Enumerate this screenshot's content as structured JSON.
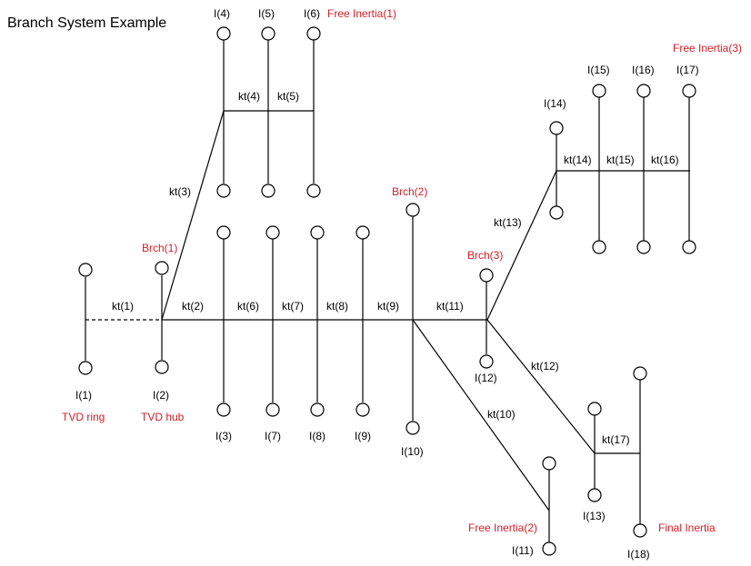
{
  "title": "Branch System Example",
  "colors": {
    "line": "#000000",
    "special_label": "#d0202a"
  },
  "inertia_labels": {
    "i1": "I(1)",
    "i2": "I(2)",
    "i3": "I(3)",
    "i4": "I(4)",
    "i5": "I(5)",
    "i6": "I(6)",
    "i7": "I(7)",
    "i8": "I(8)",
    "i9": "I(9)",
    "i10": "I(10)",
    "i11": "I(11)",
    "i12": "I(12)",
    "i13": "I(13)",
    "i14": "I(14)",
    "i15": "I(15)",
    "i16": "I(16)",
    "i17": "I(17)",
    "i18": "I(18)"
  },
  "stiffness_labels": {
    "kt1": "kt(1)",
    "kt2": "kt(2)",
    "kt3": "kt(3)",
    "kt4": "kt(4)",
    "kt5": "kt(5)",
    "kt6": "kt(6)",
    "kt7": "kt(7)",
    "kt8": "kt(8)",
    "kt9": "kt(9)",
    "kt10": "kt(10)",
    "kt11": "kt(11)",
    "kt12": "kt(12)",
    "kt13": "kt(13)",
    "kt14": "kt(14)",
    "kt15": "kt(15)",
    "kt16": "kt(16)",
    "kt17": "kt(17)"
  },
  "special_labels": {
    "free_inertia_1": "Free Inertia(1)",
    "free_inertia_2": "Free Inertia(2)",
    "free_inertia_3": "Free Inertia(3)",
    "final_inertia": "Final Inertia",
    "brch1": "Brch(1)",
    "brch2": "Brch(2)",
    "brch3": "Brch(3)",
    "tvd_ring": "TVD ring",
    "tvd_hub": "TVD hub"
  }
}
